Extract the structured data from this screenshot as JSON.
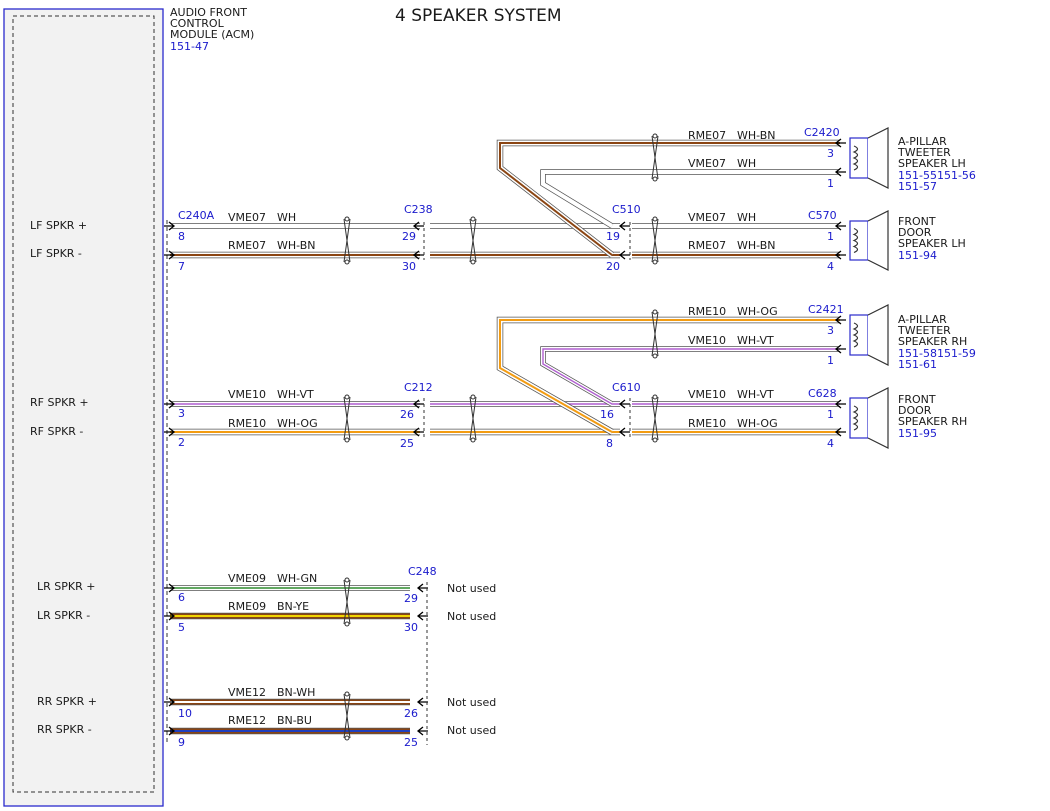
{
  "title": "4 SPEAKER SYSTEM",
  "module": {
    "name_lines": [
      "AUDIO FRONT",
      "CONTROL",
      "MODULE (ACM)"
    ],
    "ref": "151-47",
    "pins": [
      {
        "label": "LF SPKR +",
        "pin": "8"
      },
      {
        "label": "LF SPKR -",
        "pin": "7"
      },
      {
        "label": "RF SPKR +",
        "pin": "3"
      },
      {
        "label": "RF SPKR -",
        "pin": "2"
      },
      {
        "label": "LR SPKR +",
        "pin": "6"
      },
      {
        "label": "LR SPKR -",
        "pin": "5"
      },
      {
        "label": "RR SPKR +",
        "pin": "10"
      },
      {
        "label": "RR SPKR -",
        "pin": "9"
      }
    ]
  },
  "connectors": {
    "c240a": "C240A",
    "c238": "C238",
    "c212": "C212",
    "c248": "C248",
    "c510": "C510",
    "c610": "C610",
    "c2420": "C2420",
    "c570": "C570",
    "c2421": "C2421",
    "c628": "C628"
  },
  "circuits": {
    "lf_plus": {
      "circuit": "VME07",
      "color": "WH"
    },
    "lf_minus": {
      "circuit": "RME07",
      "color": "WH-BN"
    },
    "rf_plus": {
      "circuit": "VME10",
      "color": "WH-VT"
    },
    "rf_minus": {
      "circuit": "RME10",
      "color": "WH-OG"
    },
    "lr_plus": {
      "circuit": "VME09",
      "color": "WH-GN"
    },
    "lr_minus": {
      "circuit": "RME09",
      "color": "BN-YE"
    },
    "rr_plus": {
      "circuit": "VME12",
      "color": "BN-WH"
    },
    "rr_minus": {
      "circuit": "RME12",
      "color": "BN-BU"
    }
  },
  "pins": {
    "c238_lfp": "29",
    "c238_lfm": "30",
    "c212_rfp": "26",
    "c212_rfm": "25",
    "c248_lrp": "29",
    "c248_lrm": "30",
    "c248_rrp": "26",
    "c248_rrm": "25",
    "c510_lfp": "19",
    "c510_lfm": "20",
    "c610_rfp": "16",
    "c610_rfm": "8",
    "c2420_p3": "3",
    "c2420_p1": "1",
    "c570_p1": "1",
    "c570_p4": "4",
    "c2421_p3": "3",
    "c2421_p1": "1",
    "c628_p1": "1",
    "c628_p4": "4"
  },
  "speakers": {
    "tweeter_lh": {
      "lines": [
        "A-PILLAR",
        "TWEETER",
        "SPEAKER LH"
      ],
      "refs": [
        "151-55151-56",
        "151-57"
      ]
    },
    "door_lh": {
      "lines": [
        "FRONT",
        "DOOR",
        "SPEAKER LH"
      ],
      "refs": [
        "151-94"
      ]
    },
    "tweeter_rh": {
      "lines": [
        "A-PILLAR",
        "TWEETER",
        "SPEAKER RH"
      ],
      "refs": [
        "151-58151-59",
        "151-61"
      ]
    },
    "door_rh": {
      "lines": [
        "FRONT",
        "DOOR",
        "SPEAKER RH"
      ],
      "refs": [
        "151-95"
      ]
    }
  },
  "not_used": "Not used",
  "wire_colors": {
    "WH": "#ffffff",
    "BN": "#8b4513",
    "VT": "#b05fd0",
    "OG": "#f39c12",
    "GN": "#2e8b2e",
    "YE": "#f1d600",
    "BU": "#1f3fbf",
    "RD_TRACE": "#e04040",
    "outline": "#555555",
    "text_blue": "#1a1acc"
  }
}
